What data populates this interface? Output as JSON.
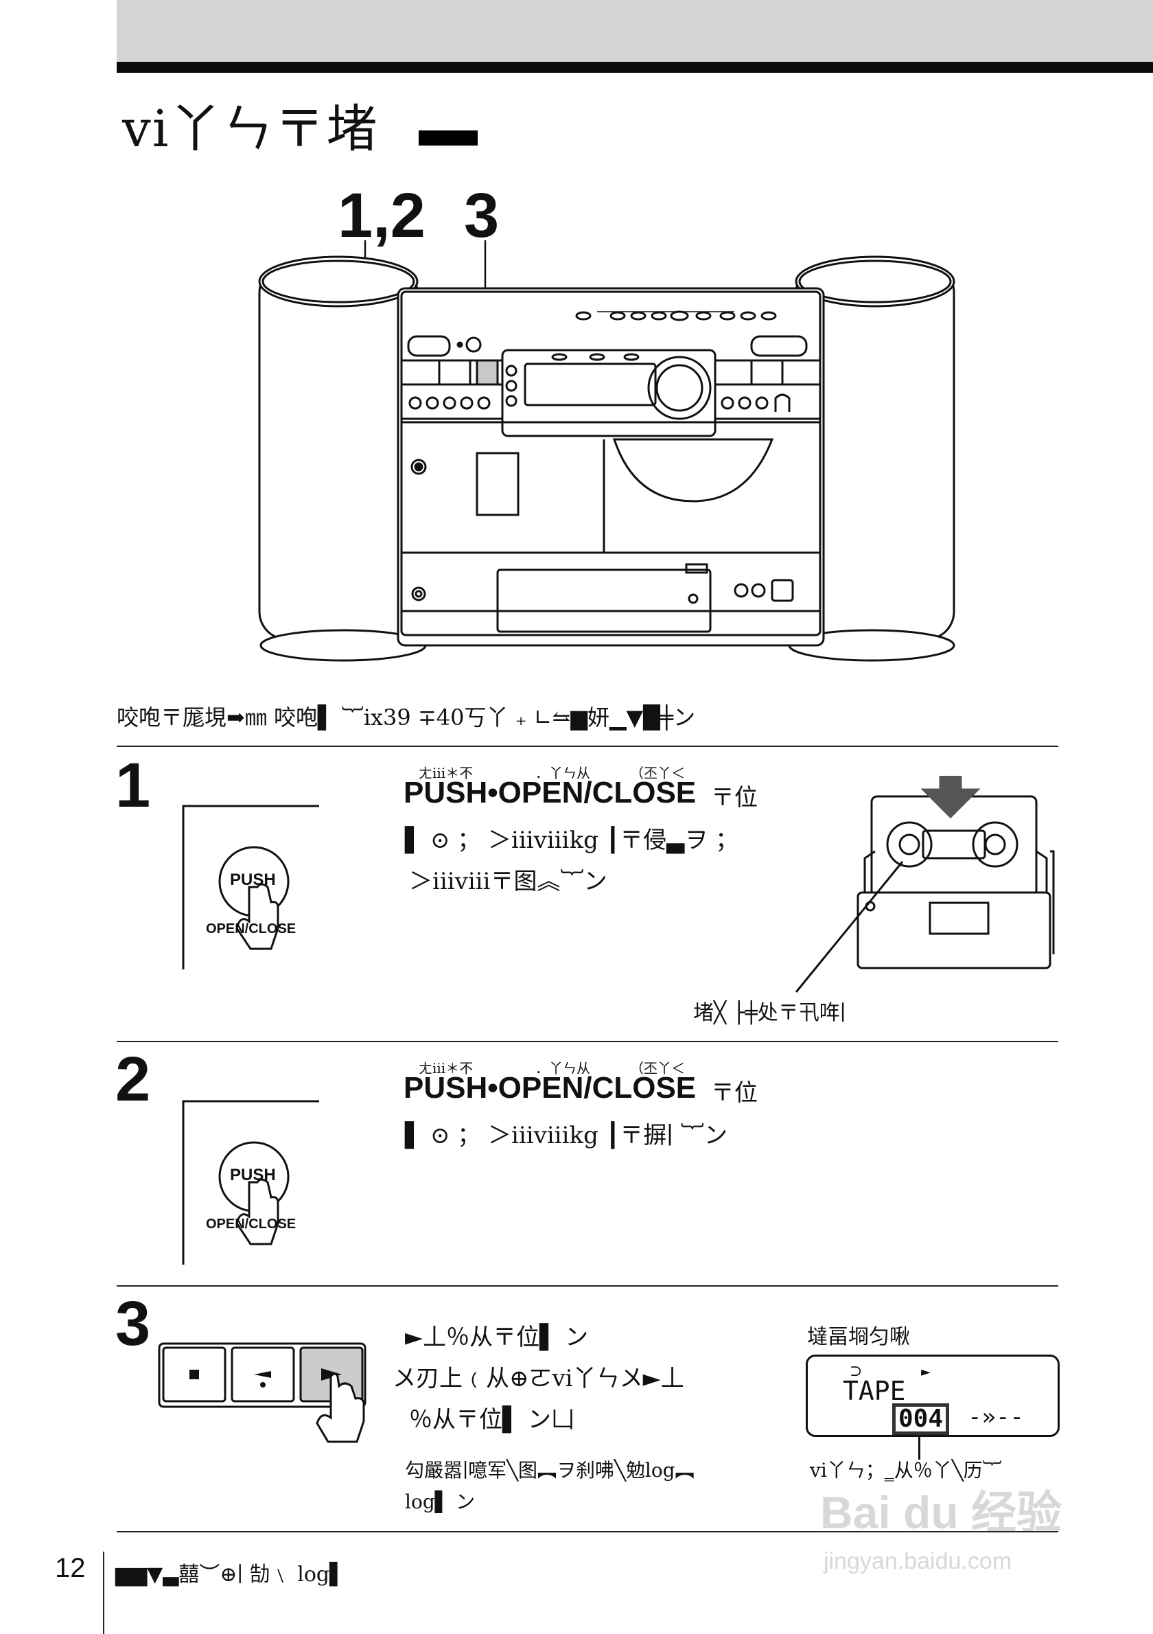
{
  "page_title": "vi丫ㄣ〒堵",
  "callouts": {
    "a": "1,2",
    "b": "3"
  },
  "intro": "咬咆〒厖垷➡㎜ 咬咆▌ ︸ⅸ39 ∓40丂丫 ₊ ∟⥦▆妍▁▼█╪ン",
  "steps": [
    {
      "number": "1",
      "ruby_1": "ㄤiii＊不",
      "ruby_2": "．丫ㄣ从",
      "ruby_3": "（丕丫＜",
      "command": "PUSH•OPEN/CLOSE",
      "command_suffix": "〒位",
      "line1": "▌ ⊙ ； ＞iiiⅷkg ┃〒侵▃ヲ ；",
      "line2": "＞iiiⅷ〒图︽︸ン",
      "button_top": "PUSH",
      "button_bottom": "OPEN/CLOSE",
      "caption": "堵╳ ├╪处〒卂哖∣"
    },
    {
      "number": "2",
      "ruby_1": "ㄤiii＊不",
      "ruby_2": "．丫ㄣ从",
      "ruby_3": "（丕丫＜",
      "command": "PUSH•OPEN/CLOSE",
      "command_suffix": "〒位",
      "line1": "▌ ⊙ ； ＞iiiⅷkg ┃〒摒∣ ︸ン",
      "button_top": "PUSH",
      "button_bottom": "OPEN/CLOSE"
    },
    {
      "number": "3",
      "line1": "►丄％从〒位▌ ン",
      "line2": "〤刃上﹙从⊕ㄛvi丫ㄣ〤►丄",
      "line3": "％从〒位▌ ン凵",
      "note1": "勾嚴嚣∣噫军╲图︻ヲ刹咈╲勉log︻",
      "note2": "log▌ ン",
      "display_caption": "墶畐埛匀啾",
      "display_tape": "TAPE",
      "display_counter": "004",
      "display_arrow": "-»--",
      "display_footnote": "vi丫ㄣ；‗从％丫╲历︸"
    }
  ],
  "footer": {
    "page_number": "12",
    "text": "▆▆▼▃囍︶⊕∣ 勂﹨ log▌"
  },
  "watermark": {
    "brand": "Bai du 经验",
    "url": "jingyan.baidu.com"
  }
}
